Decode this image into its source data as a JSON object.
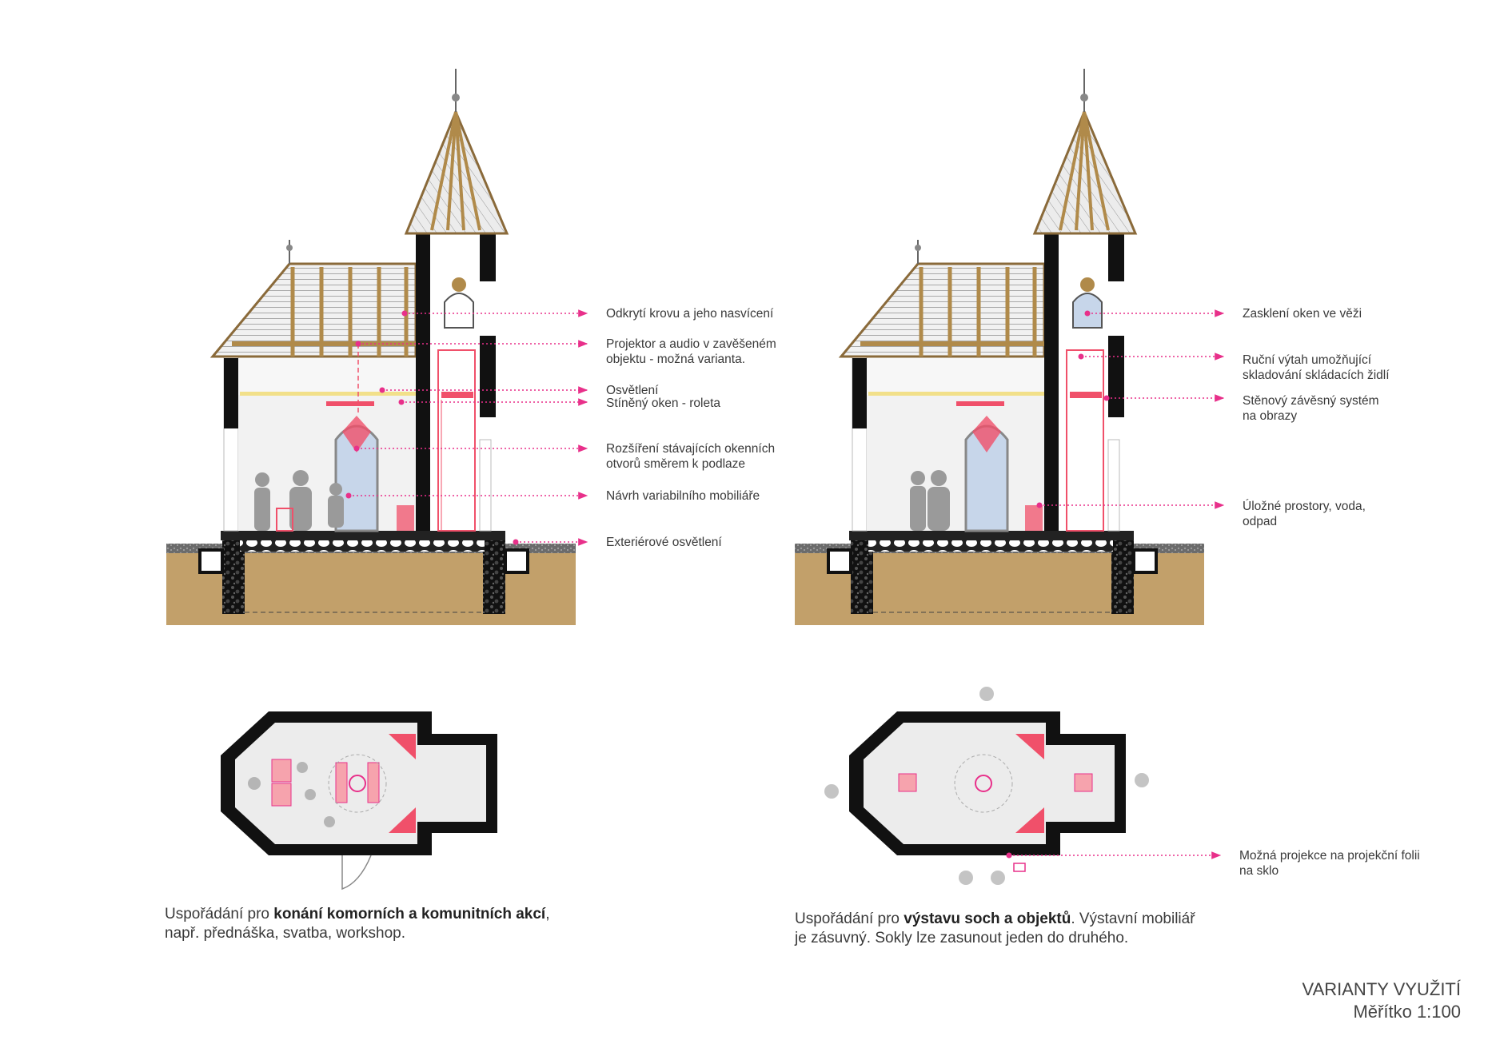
{
  "annotations_left": [
    {
      "id": "roof",
      "text": "Odkrytí krovu a jeho nasvícení"
    },
    {
      "id": "projector",
      "text": "Projektor a audio v zavěšeném\nobjektu - možná varianta."
    },
    {
      "id": "lighting",
      "text": "Osvětlení"
    },
    {
      "id": "shading",
      "text": "Stíněný oken - roleta"
    },
    {
      "id": "windows",
      "text": "Rozšíření stávajících okenních\notvorů směrem k podlaze"
    },
    {
      "id": "furniture",
      "text": "Návrh variabilního mobiliáře"
    },
    {
      "id": "exterior",
      "text": "Exteriérové osvětlení"
    }
  ],
  "annotations_right": [
    {
      "id": "glazing",
      "text": "Zasklení oken ve věži"
    },
    {
      "id": "lift",
      "text": "Ruční výtah umožňující\nskladování skládacích židlí"
    },
    {
      "id": "hanging",
      "text": "Stěnový závěsný systém\nna obrazy"
    },
    {
      "id": "storage",
      "text": "Úložné prostory, voda,\nodpad"
    },
    {
      "id": "projection",
      "text": "Možná projekce na projekční folii\nna sklo"
    }
  ],
  "caption_left": {
    "prefix": "Uspořádání pro ",
    "bold": "konání komorních a komunitních akcí",
    "suffix": ",",
    "line2": "např. přednáška, svatba, workshop."
  },
  "caption_right": {
    "prefix": "Uspořádání pro ",
    "bold": "výstavu soch a objektů",
    "suffix": ". Výstavní mobiliář",
    "line2": "je zásuvný. Sokly lze zasunout jeden do druhého."
  },
  "sheet": {
    "title": "VARIANTY VYUŽITÍ",
    "scale": "Měřítko 1:100"
  },
  "colors": {
    "accent": "#e8308a",
    "highlight": "#f0506a",
    "earth": "#c2a06a",
    "timber": "#b08a4a",
    "wall": "#111111"
  }
}
